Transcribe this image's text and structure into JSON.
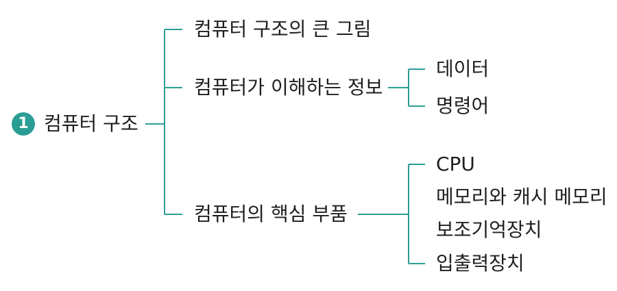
{
  "root": {
    "badge": "1",
    "label": "컴퓨터 구조"
  },
  "branches": [
    {
      "label": "컴퓨터 구조의 큰 그림"
    },
    {
      "label": "컴퓨터가 이해하는 정보"
    },
    {
      "label": "컴퓨터의 핵심 부품"
    }
  ],
  "info_children": [
    "데이터",
    "명령어"
  ],
  "core_children": [
    "CPU",
    "메모리와 캐시 메모리",
    "보조기억장치",
    "입출력장치"
  ],
  "colors": {
    "accent": "#2a9d94",
    "text": "#1e1e1e"
  }
}
